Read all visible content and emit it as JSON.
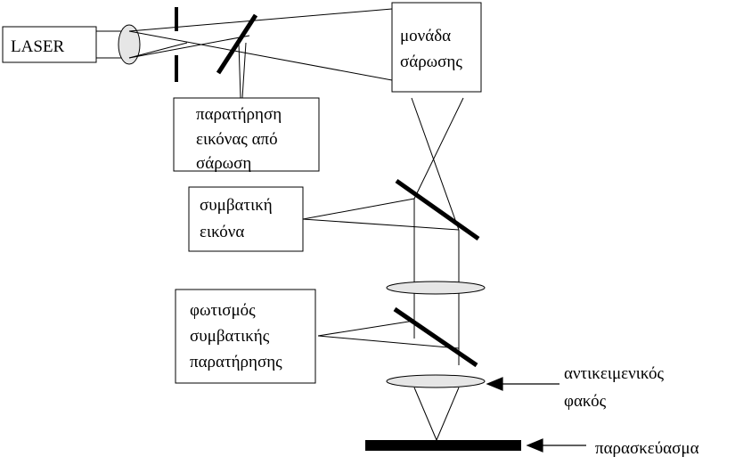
{
  "diagram": {
    "laser_label": "LASER",
    "scan_unit": {
      "line1": "μονάδα",
      "line2": "σάρωσης"
    },
    "scan_view": {
      "line1": "παρατήρηση",
      "line2": "εικόνας από",
      "line3": "σάρωση"
    },
    "conventional_image": {
      "line1": "συμβατική",
      "line2": "εικόνα"
    },
    "illumination": {
      "line1": "φωτισμός",
      "line2": "συμβατικής",
      "line3": "παρατήρησης"
    },
    "objective": {
      "line1": "αντικειμενικός",
      "line2": "φακός"
    },
    "specimen": "παρασκεύασμα"
  }
}
